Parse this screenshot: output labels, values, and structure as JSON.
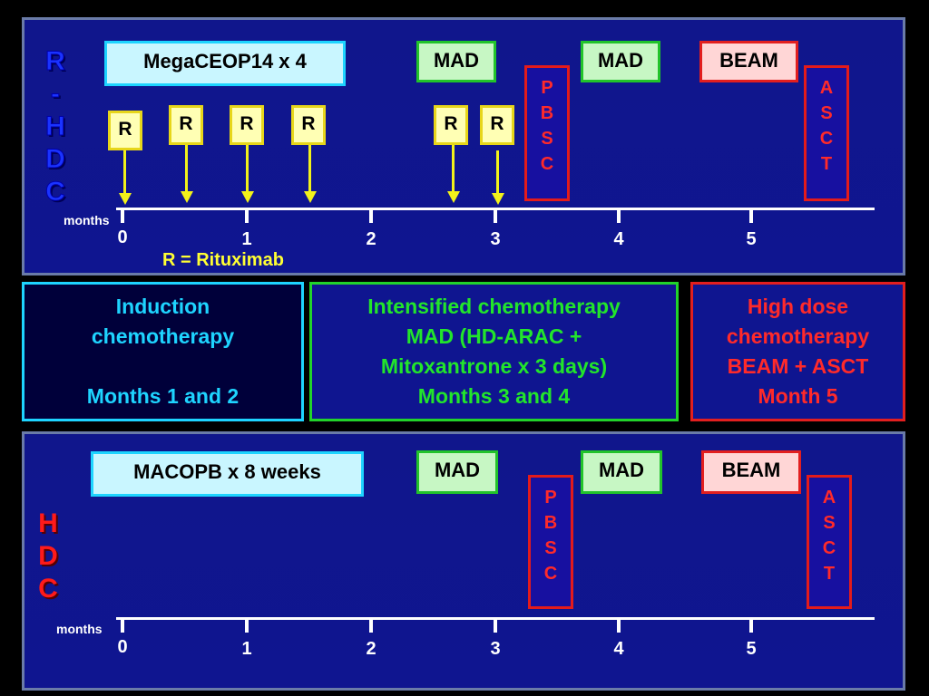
{
  "top_panel": {
    "title_letters": [
      "R",
      "-",
      "H",
      "D",
      "C"
    ],
    "regimen_label": "MegaCEOP14 x 4",
    "mad1_label": "MAD",
    "mad2_label": "MAD",
    "beam_label": "BEAM",
    "pbsc_letters": [
      "P",
      "B",
      "S",
      "C"
    ],
    "asct_letters": [
      "A",
      "S",
      "C",
      "T"
    ],
    "rituximab_marks": [
      "R",
      "R",
      "R",
      "R",
      "R",
      "R"
    ],
    "axis_unit": "months",
    "ticks": [
      "0",
      "1",
      "2",
      "3",
      "4",
      "5"
    ],
    "legend": "R = Rituximab"
  },
  "descriptions": {
    "induction": [
      "Induction",
      "chemotherapy",
      "",
      "Months 1 and 2"
    ],
    "intensified": [
      "Intensified chemotherapy",
      "MAD (HD-ARAC +",
      "Mitoxantrone x 3 days)",
      "Months 3 and 4"
    ],
    "highdose": [
      "High dose",
      "chemotherapy",
      "BEAM + ASCT",
      "Month 5"
    ]
  },
  "bottom_panel": {
    "title_letters": [
      "H",
      "D",
      "C"
    ],
    "regimen_label": "MACOPB x 8 weeks",
    "mad1_label": "MAD",
    "mad2_label": "MAD",
    "beam_label": "BEAM",
    "pbsc_letters": [
      "P",
      "B",
      "S",
      "C"
    ],
    "asct_letters": [
      "A",
      "S",
      "C",
      "T"
    ],
    "axis_unit": "months",
    "ticks": [
      "0",
      "1",
      "2",
      "3",
      "4",
      "5"
    ]
  },
  "colors": {
    "background": "#000000",
    "panel": "#0f1590",
    "induction": "#1ed4ff",
    "intensified": "#22e52b",
    "highdose": "#ff2a2a",
    "rituximab": "#ffff33"
  }
}
